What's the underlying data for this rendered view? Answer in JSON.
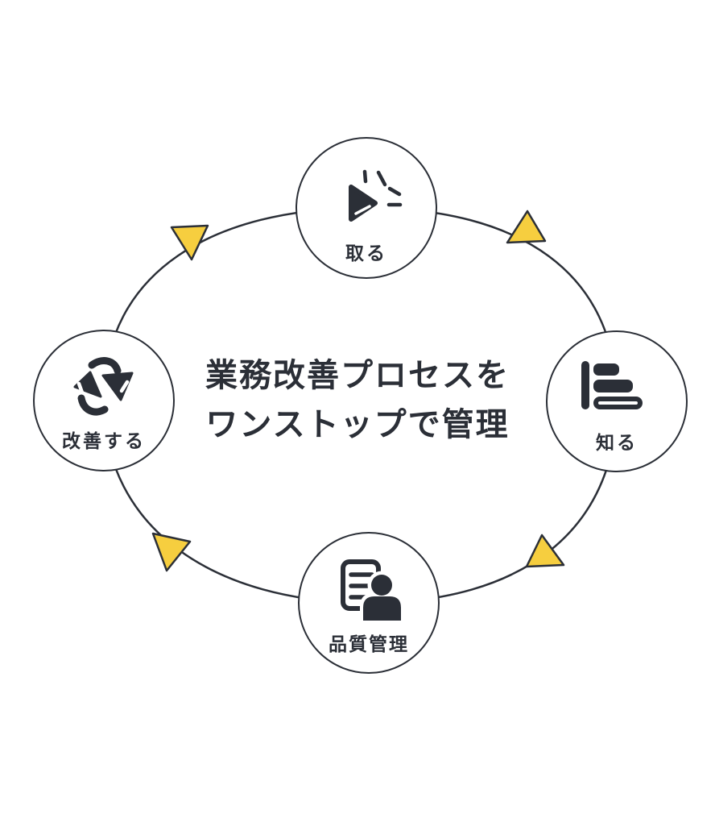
{
  "title": {
    "line1": "業務改善プロセスを",
    "line2": "ワンストップで管理"
  },
  "nodes": [
    {
      "id": "take",
      "label": "取る",
      "icon": "play-burst-icon"
    },
    {
      "id": "know",
      "label": "知る",
      "icon": "bar-chart-icon"
    },
    {
      "id": "quality-control",
      "label": "品質管理",
      "icon": "document-person-icon"
    },
    {
      "id": "improve",
      "label": "改善する",
      "icon": "sync-arrows-icon"
    }
  ],
  "cycle": {
    "type": "loop-diagram",
    "arrow_count": 4,
    "direction": "counterclockwise"
  },
  "colors": {
    "ink": "#2b2f37",
    "accent_yellow": "#f6ce3f",
    "background": "#ffffff",
    "node_fill": "#ffffff"
  }
}
